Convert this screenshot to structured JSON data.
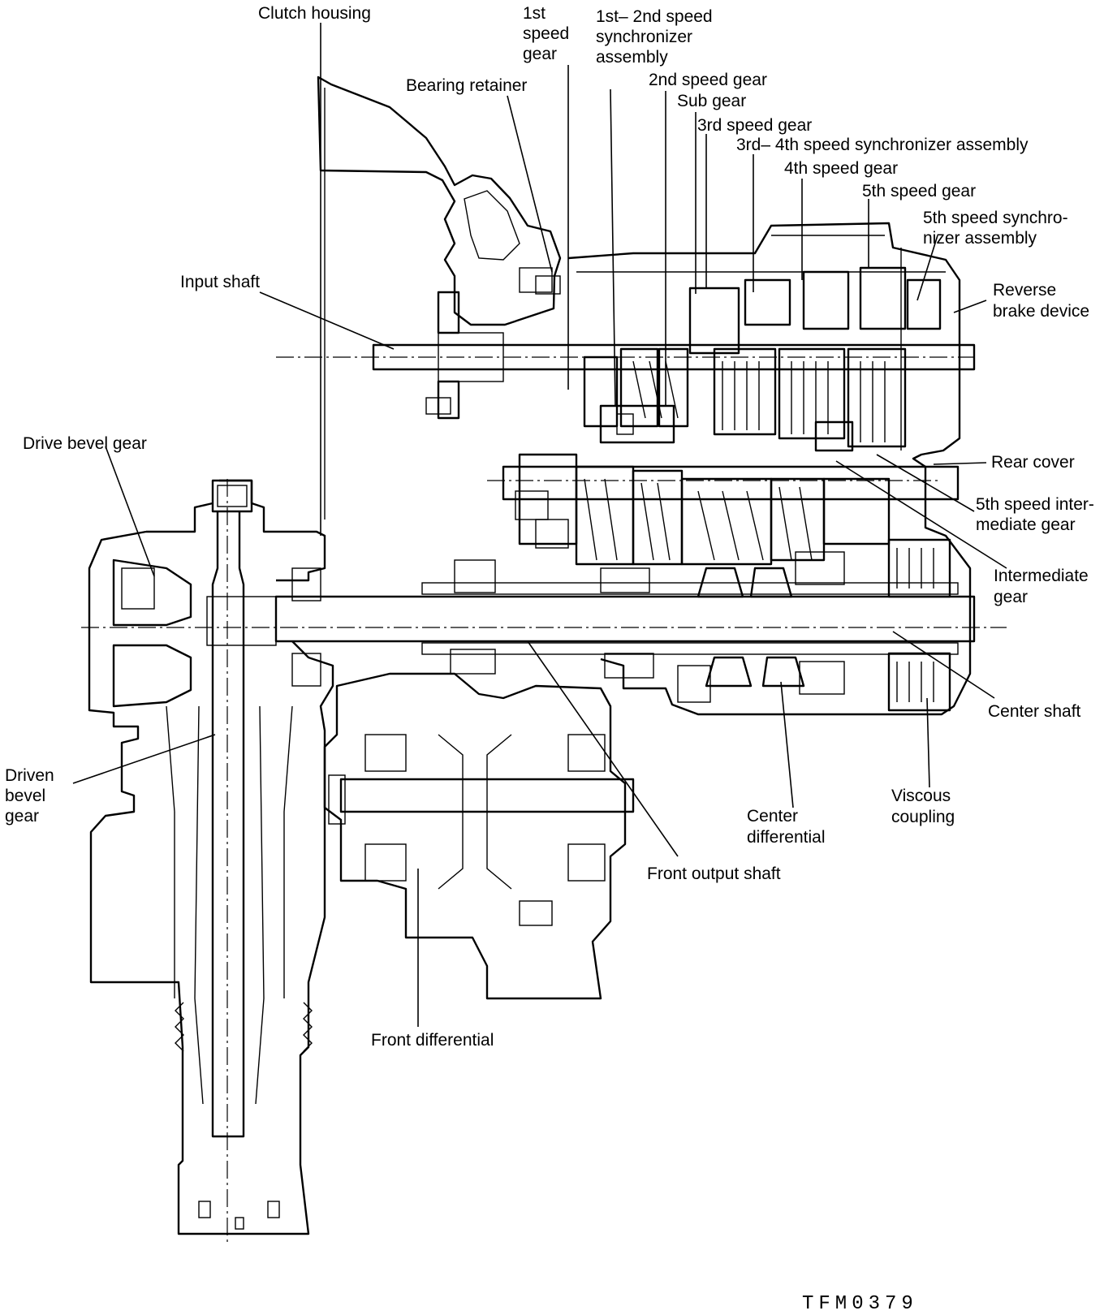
{
  "labels": {
    "clutch_housing": "Clutch housing",
    "first_speed_gear": [
      "1st",
      "speed",
      "gear"
    ],
    "first_second_sync": [
      "1st– 2nd  speed",
      "synchronizer",
      "assembly"
    ],
    "bearing_retainer": "Bearing retainer",
    "second_speed_gear": "2nd speed gear",
    "sub_gear": "Sub gear",
    "third_speed_gear": "3rd speed gear",
    "third_fourth_sync": "3rd– 4th speed synchronizer assembly",
    "fourth_speed_gear": "4th speed gear",
    "fifth_speed_gear": "5th speed gear",
    "fifth_speed_sync": [
      "5th speed synchro-",
      "nizer assembly"
    ],
    "input_shaft": "Input shaft",
    "reverse_brake": [
      "Reverse",
      "brake device"
    ],
    "drive_bevel_gear": "Drive bevel gear",
    "rear_cover": "Rear cover",
    "fifth_intermediate_gear": [
      "5th speed inter-",
      "mediate gear"
    ],
    "intermediate_gear": [
      "Intermediate",
      "gear"
    ],
    "center_shaft": "Center shaft",
    "driven_bevel_gear": [
      "Driven",
      "bevel",
      "gear"
    ],
    "viscous_coupling": [
      "Viscous",
      "coupling"
    ],
    "center_differential": [
      "Center",
      "differential"
    ],
    "front_output_shaft": "Front output shaft",
    "front_differential": "Front differential"
  },
  "figure_code": "TFM0379"
}
